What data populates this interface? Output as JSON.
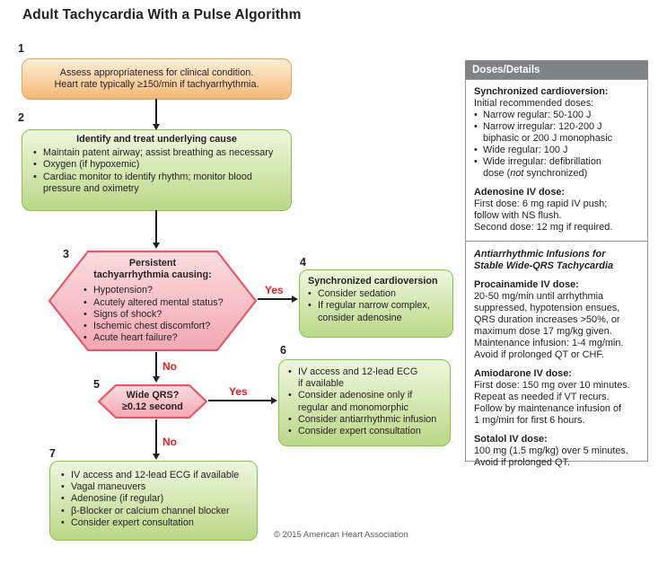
{
  "title": "Adult Tachycardia With a Pulse Algorithm",
  "footer": "© 2015 American Heart Association",
  "colors": {
    "orange_fill_top": "#FDEFD8",
    "orange_fill_bottom": "#F5B876",
    "orange_border": "#EDA058",
    "green_fill_top": "#F0F6DE",
    "green_fill_bottom": "#BAD888",
    "green_border": "#8BC24A",
    "pink_fill_top": "#FBDCDF",
    "pink_fill_bottom": "#F2A8B2",
    "pink_border": "#E4576B",
    "label_red": "#E41E26",
    "sidebar_header_gray": "#808285",
    "text": "#231F20"
  },
  "flow": {
    "box1": {
      "number": "1",
      "lines": "Assess appropriateness for clinical condition.\nHeart rate typically ≥150/min if tachyarrhythmia."
    },
    "box2": {
      "number": "2",
      "header": "Identify and treat underlying cause",
      "bullets": [
        "Maintain patent airway; assist breathing as necessary",
        "Oxygen (if hypoxemic)",
        "Cardiac monitor to identify rhythm; monitor blood\npressure and oximetry"
      ]
    },
    "hex3": {
      "number": "3",
      "header": "Persistent\ntachyarrhythmia causing:",
      "bullets": [
        "Hypotension?",
        "Acutely altered mental status?",
        "Signs of shock?",
        "Ischemic chest discomfort?",
        "Acute heart failure?"
      ]
    },
    "box4": {
      "number": "4",
      "header": "Synchronized cardioversion",
      "bullets": [
        "Consider sedation",
        "If regular narrow complex,\nconsider adenosine"
      ]
    },
    "hex5": {
      "number": "5",
      "lines": "Wide QRS?\n≥0.12 second"
    },
    "box6": {
      "number": "6",
      "bullets": [
        "IV access and 12-lead ECG\nif available",
        "Consider adenosine only if\nregular and monomorphic",
        "Consider antiarrhythmic infusion",
        "Consider expert consultation"
      ]
    },
    "box7": {
      "number": "7",
      "bullets": [
        "IV access and 12-lead ECG if available",
        "Vagal maneuvers",
        "Adenosine (if regular)",
        "β-Blocker or calcium channel blocker",
        "Consider expert consultation"
      ]
    },
    "labels": {
      "yes1": "Yes",
      "no1": "No",
      "yes2": "Yes",
      "no2": "No"
    }
  },
  "sidebar": {
    "header": "Doses/Details",
    "sections": [
      {
        "heading": "Synchronized cardioversion:",
        "intro": "Initial recommended doses:",
        "bullets": [
          "Narrow regular: 50-100 J",
          "Narrow irregular: 120-200 J\nbiphasic or 200 J monophasic",
          "Wide regular: 100 J",
          "Wide irregular: defibrillation\ndose (*not* synchronized)"
        ]
      },
      {
        "heading": "Adenosine IV dose:",
        "lines": "First dose: 6 mg rapid IV push;\nfollow with NS flush.\nSecond dose: 12 mg if required."
      },
      {
        "divider": true,
        "italicHeading": "Antiarrhythmic Infusions for\nStable Wide-QRS Tachycardia"
      },
      {
        "heading": "Procainamide IV dose:",
        "lines": "20-50 mg/min until arrhythmia\nsuppressed, hypotension ensues,\nQRS duration increases >50%, or\nmaximum dose 17 mg/kg given.\nMaintenance infusion: 1-4 mg/min.\nAvoid if prolonged QT or CHF."
      },
      {
        "heading": "Amiodarone IV dose:",
        "lines": "First dose: 150 mg over 10 minutes.\nRepeat as needed if VT recurs.\nFollow by maintenance infusion of\n1 mg/min for first 6 hours."
      },
      {
        "heading": "Sotalol IV dose:",
        "lines": "100 mg (1.5 mg/kg) over 5 minutes.\nAvoid if prolonged QT."
      }
    ]
  }
}
